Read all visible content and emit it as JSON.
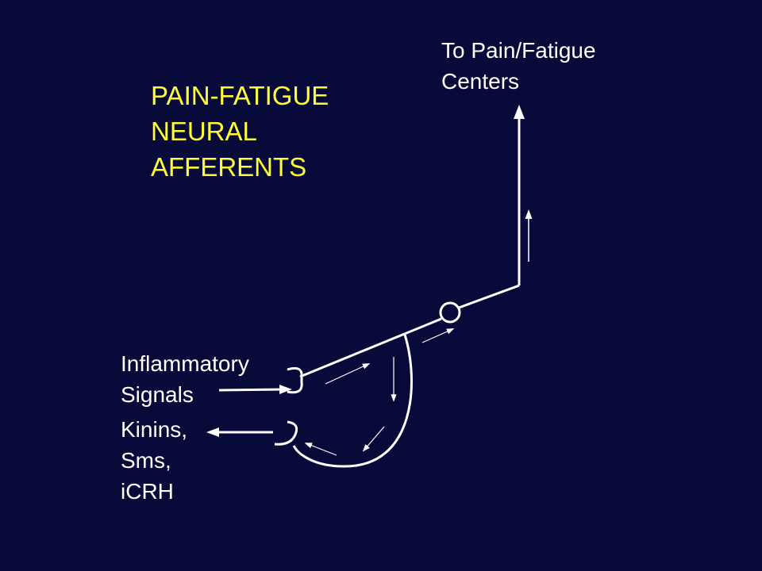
{
  "title": {
    "lines": [
      "PAIN-FATIGUE",
      "NEURAL",
      "AFFERENTS"
    ],
    "color": "#ffff33"
  },
  "destination": {
    "lines": [
      "To Pain/Fatigue",
      "Centers"
    ]
  },
  "inputs": {
    "lines": [
      "Inflammatory",
      "Signals"
    ]
  },
  "outputs": {
    "lines": [
      "Kinins,",
      "Sms,",
      "iCRH"
    ]
  },
  "colors": {
    "background": "#080a3a",
    "line": "#ffffff",
    "title": "#ffff33"
  }
}
